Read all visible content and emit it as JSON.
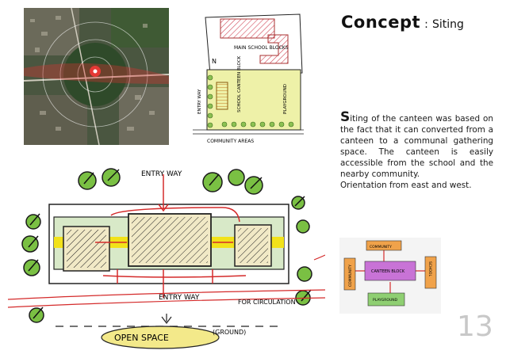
{
  "header": {
    "title": "Concept",
    "separator": ":",
    "subtitle": "Siting"
  },
  "description": {
    "initial": "S",
    "paragraph": "iting of the canteen was based on the fact that it can converted from a canteen to a communal gathering space. The canteen is easily accessible from the school and the nearby community.",
    "orientation": "Orientation from east and west."
  },
  "site_plan": {
    "main_block": "MAIN SCHOOL BLOCKS",
    "north": "N",
    "entry": "ENTRY WAY",
    "canteen": "SCHOOL CANTEEN BLOCK",
    "playground": "PLAYGROUND",
    "community": "COMMUNITY AREAS"
  },
  "main_sketch": {
    "entry_top": "ENTRY WAY",
    "entry_bottom": "ENTRY WAY",
    "circulation": "FOR CIRCULATION",
    "open_space": "OPEN SPACE",
    "ground": "(GROUND)"
  },
  "bubble": {
    "community_top": "COMMUNITY",
    "community_left": "COMMUNITY",
    "canteen": "CANTEEN BLOCK",
    "school": "SCHOOL",
    "playground": "PLAYGROUND"
  },
  "page_number": "13",
  "colors": {
    "satellite_ring": "#e03030",
    "sketch_red": "#d42a2a",
    "hatch_green": "#9fc98c",
    "tree_green": "#7ac043",
    "yellow_band": "#f2e21a",
    "bubble_purple": "#c873d6",
    "bubble_orange": "#f0a24a",
    "bubble_green": "#8fcf72"
  }
}
